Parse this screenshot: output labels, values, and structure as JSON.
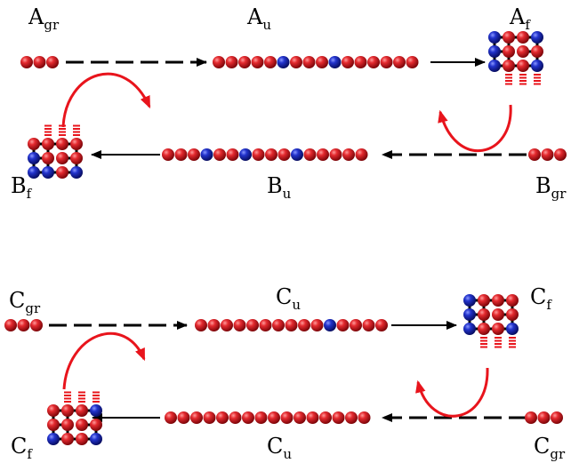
{
  "labels": {
    "a_gr": {
      "main": "A",
      "sub": "gr"
    },
    "a_u": {
      "main": "A",
      "sub": "u"
    },
    "a_f": {
      "main": "A",
      "sub": "f"
    },
    "b_f": {
      "main": "B",
      "sub": "f"
    },
    "b_u": {
      "main": "B",
      "sub": "u"
    },
    "b_gr": {
      "main": "B",
      "sub": "gr"
    },
    "c_gr_top": {
      "main": "C",
      "sub": "gr"
    },
    "c_u_top": {
      "main": "C",
      "sub": "u"
    },
    "c_f_top": {
      "main": "C",
      "sub": "f"
    },
    "c_f_bottom": {
      "main": "C",
      "sub": "f"
    },
    "c_u_bottom": {
      "main": "C",
      "sub": "u"
    },
    "c_gr_bottom": {
      "main": "C",
      "sub": "gr"
    }
  },
  "colors": {
    "red_bead": "#d9262b",
    "blue_bead": "#1f2fc4",
    "red_arrow": "#e8141c",
    "black": "#000000"
  },
  "chains": {
    "a_u": "RRRRRBRRRBRRRRRR",
    "b_u": "RRRBRRBRRRBRRRRR",
    "c_u_top": "RRRRRRRRRRBRRRR",
    "c_u_bottom": "RRRRRRRRRRRRRRRR",
    "grain": "RRR"
  },
  "folded": {
    "a_f": [
      "BRRB",
      "BRRR",
      "BRRB"
    ],
    "b_f": [
      "RRRR",
      "BRRR",
      "BBRB"
    ],
    "c_f_top": [
      "BRRR",
      "BRRR",
      "BRRB"
    ],
    "c_f_bottom": [
      "RRRB",
      "RRRR",
      "BRRB"
    ]
  }
}
